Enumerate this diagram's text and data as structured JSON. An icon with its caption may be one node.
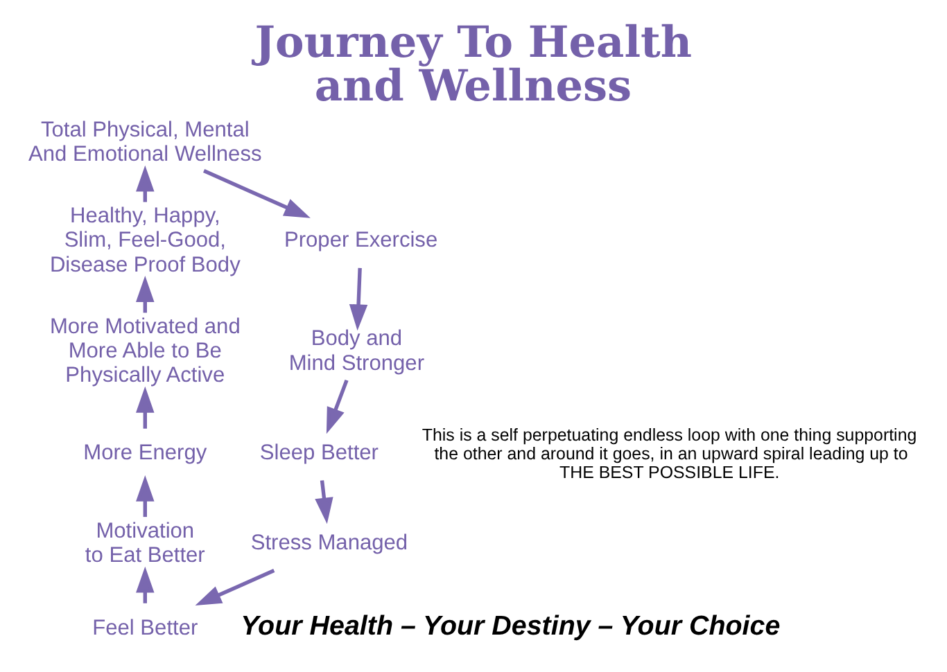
{
  "diagram": {
    "title": "Journey To Health and Wellness",
    "nodes": [
      {
        "text": [
          "Total Physical, Mental And Emotional Wellness"
        ]
      },
      {
        "text": [
          "Proper Exercise"
        ]
      },
      {
        "text": [
          "Body and Mind Stronger"
        ]
      },
      {
        "text": [
          "Sleep Better"
        ]
      },
      {
        "text": [
          "Stress Managed"
        ]
      },
      {
        "text": [
          "Feel Better"
        ]
      },
      {
        "text": [
          "Motivation to Eat Better"
        ]
      },
      {
        "text": [
          "More Energy"
        ]
      },
      {
        "text": [
          "More Motivated and More Able to Be Physically Active"
        ]
      },
      {
        "text": [
          "Healthy, Happy, Slim, Feel-Good, Disease Proof Body"
        ]
      }
    ],
    "edges": [
      {
        "from": 0,
        "to": 1,
        "arrow": "to"
      },
      {
        "from": 1,
        "to": 2,
        "arrow": "to"
      },
      {
        "from": 2,
        "to": 3,
        "arrow": "to"
      },
      {
        "from": 3,
        "to": 4,
        "arrow": "to"
      },
      {
        "from": 4,
        "to": 5,
        "arrow": "to"
      },
      {
        "from": 5,
        "to": 6,
        "arrow": "to"
      },
      {
        "from": 6,
        "to": 7,
        "arrow": "to"
      },
      {
        "from": 7,
        "to": 8,
        "arrow": "to"
      },
      {
        "from": 8,
        "to": 9,
        "arrow": "to"
      },
      {
        "from": 9,
        "to": 0,
        "arrow": "to"
      }
    ],
    "labels": [
      "This is a self perpetuating endless loop with one thing supporting the other and around it goes, in an upward spiral leading up to THE BEST POSSIBLE LIFE.",
      "Your Health – Your Destiny – Your Choice"
    ]
  }
}
